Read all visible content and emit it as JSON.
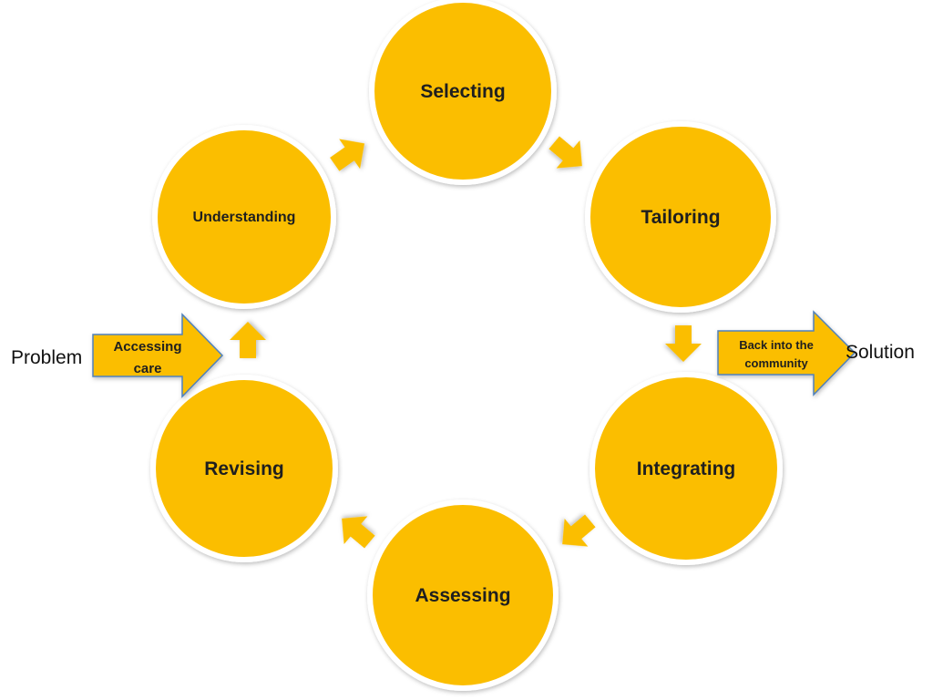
{
  "colors": {
    "node_fill": "#FBBE00",
    "node_ring": "#FFFFFF",
    "arrow_fill": "#FBBE00",
    "callout_stroke": "#4F81BD",
    "text": "#1F1F1F"
  },
  "cycle": {
    "nodes": [
      {
        "id": "selecting",
        "label": "Selecting"
      },
      {
        "id": "tailoring",
        "label": "Tailoring"
      },
      {
        "id": "integrating",
        "label": "Integrating"
      },
      {
        "id": "assessing",
        "label": "Assessing"
      },
      {
        "id": "revising",
        "label": "Revising"
      },
      {
        "id": "understanding",
        "label": "Understanding"
      }
    ]
  },
  "entry": {
    "side_label": "Problem",
    "arrow_label_line1": "Accessing",
    "arrow_label_line2": "care"
  },
  "exit": {
    "side_label": "Solution",
    "arrow_label_line1": "Back into the",
    "arrow_label_line2": "community"
  }
}
